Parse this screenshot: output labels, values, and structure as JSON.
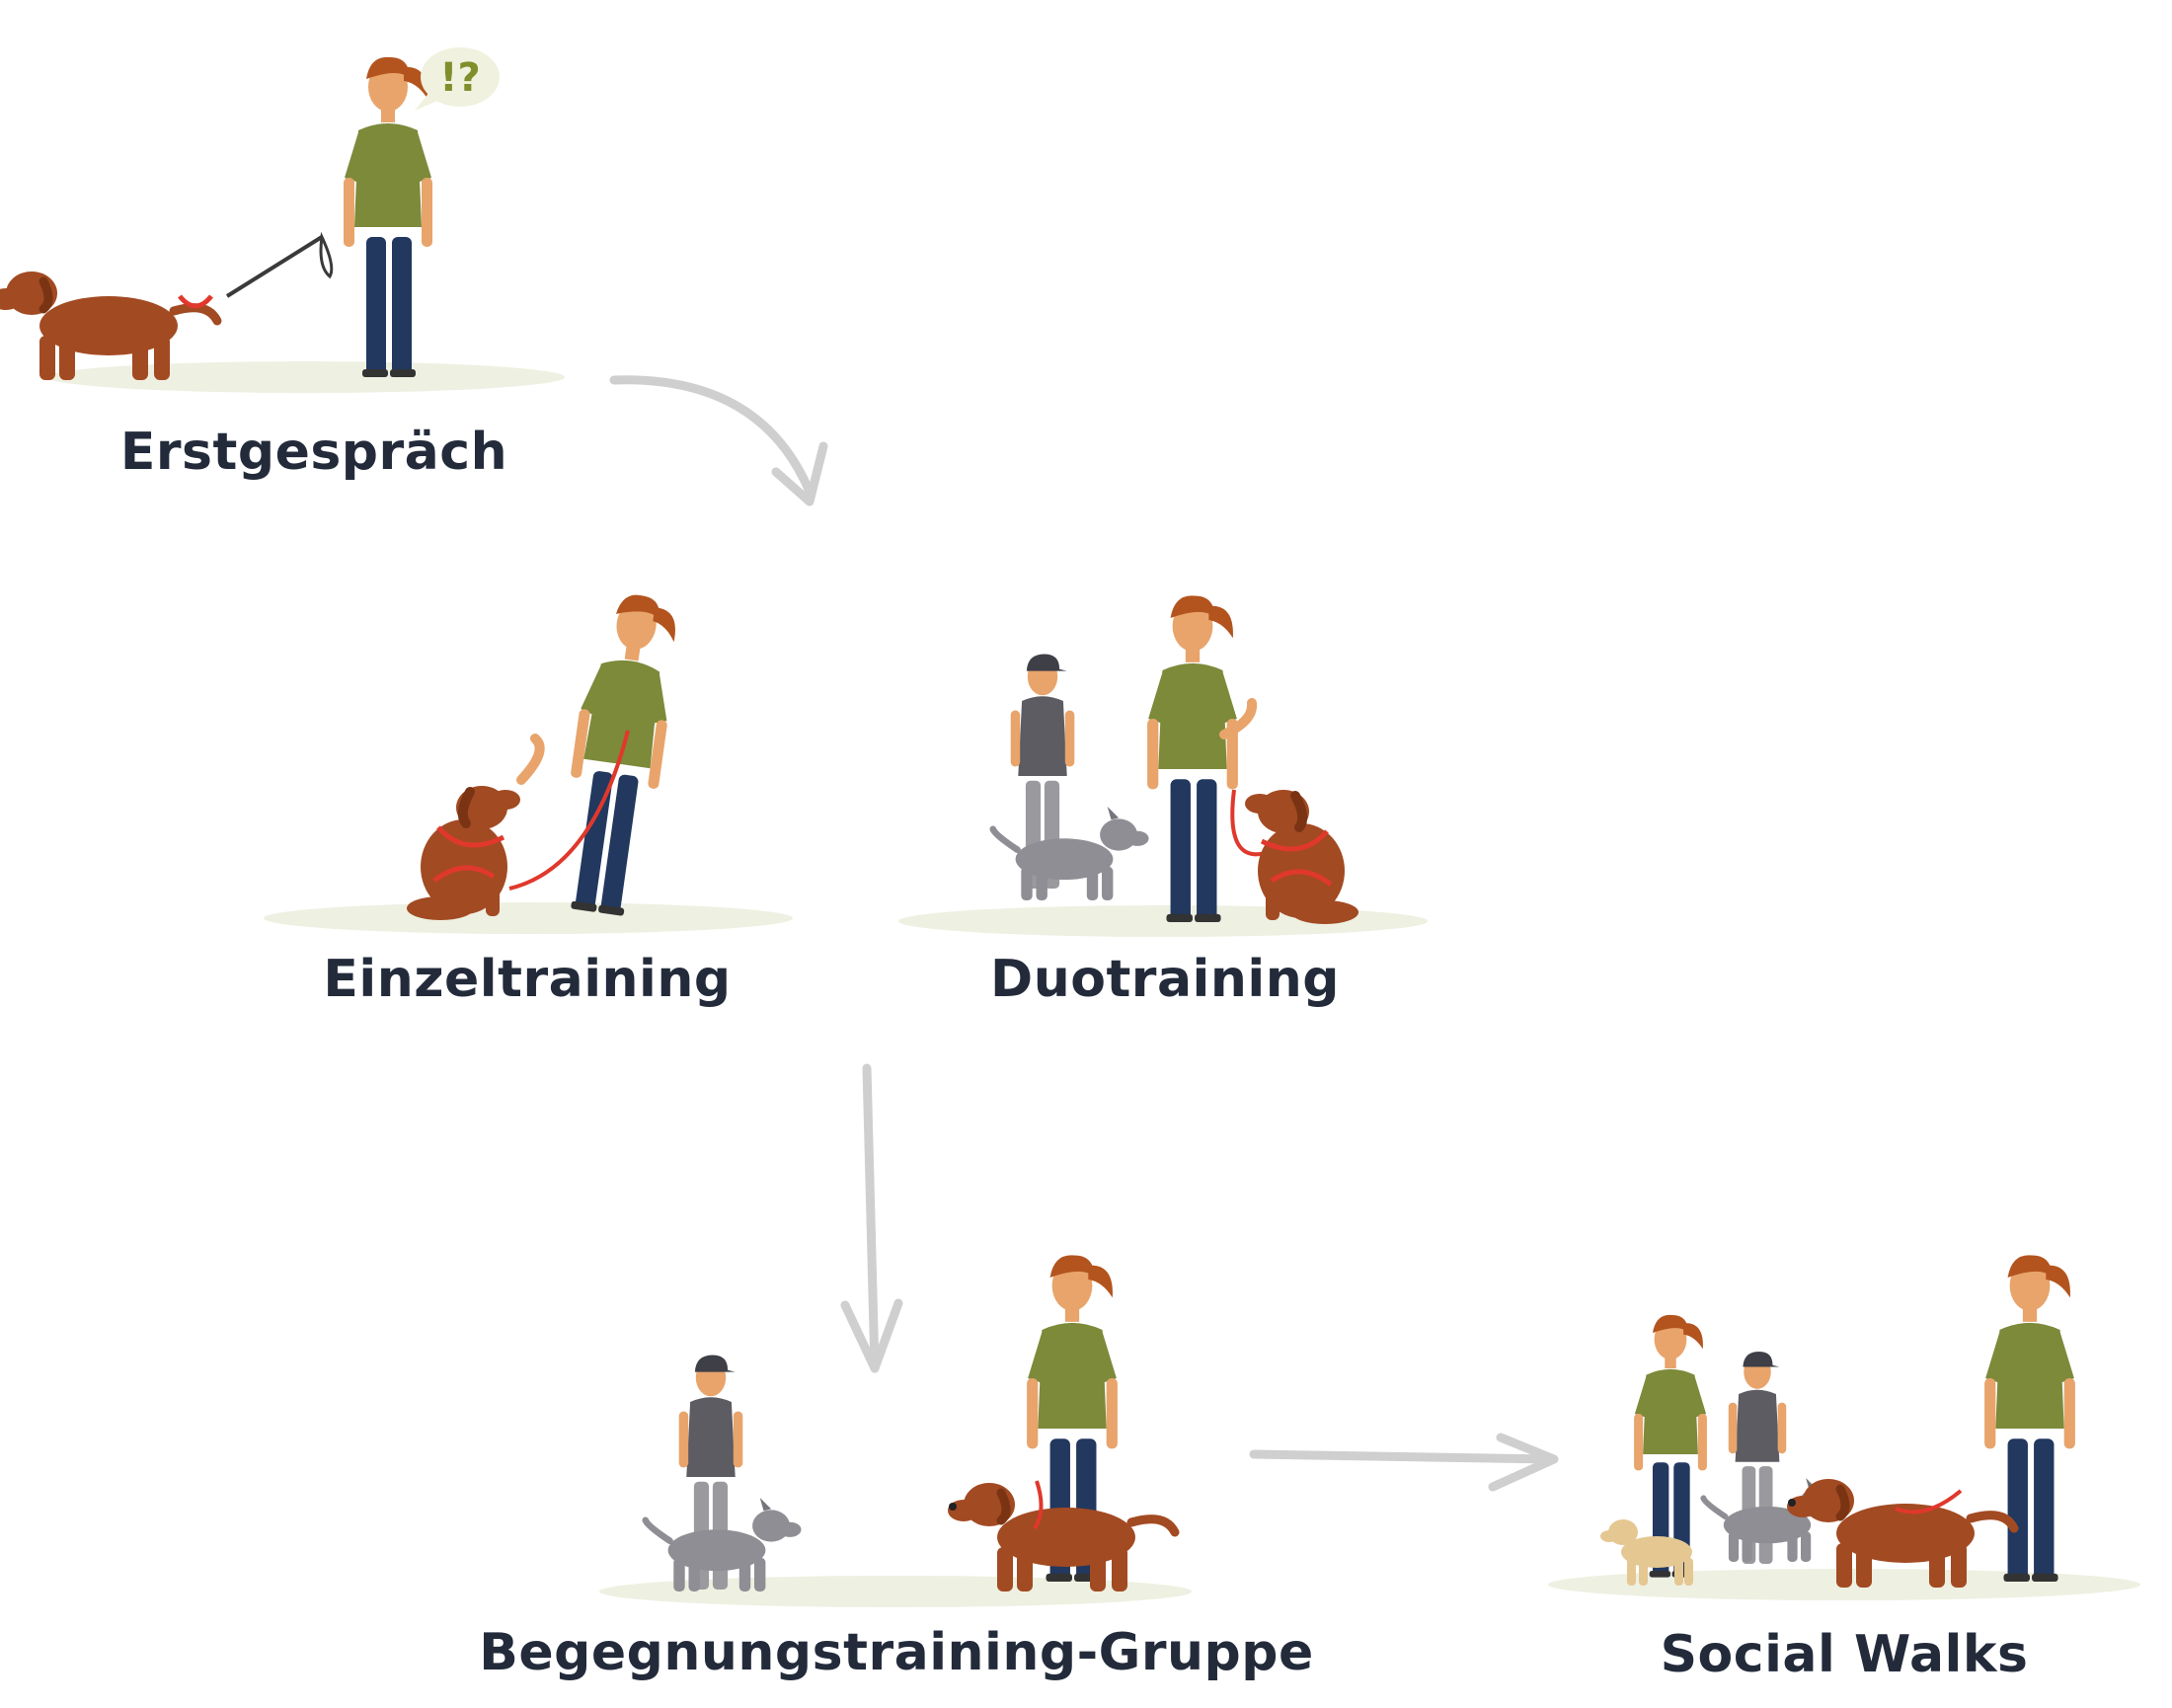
{
  "stages": {
    "erstgespraech": {
      "label": "Erstgespräch"
    },
    "einzeltraining": {
      "label": "Einzeltraining"
    },
    "duotraining": {
      "label": "Duotraining"
    },
    "begegnung": {
      "label": "Begegnungstraining-Gruppe"
    },
    "social_walks": {
      "label": "Social Walks"
    }
  },
  "speech_bubble": {
    "text": "!?"
  },
  "colors": {
    "label": "#232b3b",
    "arrow": "#cfcfcf",
    "ground": "#eef0e1",
    "shirt_green": "#7c8a3a",
    "jeans": "#22385f",
    "skin": "#e8a46b",
    "hair": "#b3541e",
    "dog_brown": "#a24a22",
    "dog_grey": "#8e8e94",
    "leash_red": "#e0382c",
    "bubble": "#f0f1de",
    "bubble_text": "#7f8f2c"
  }
}
